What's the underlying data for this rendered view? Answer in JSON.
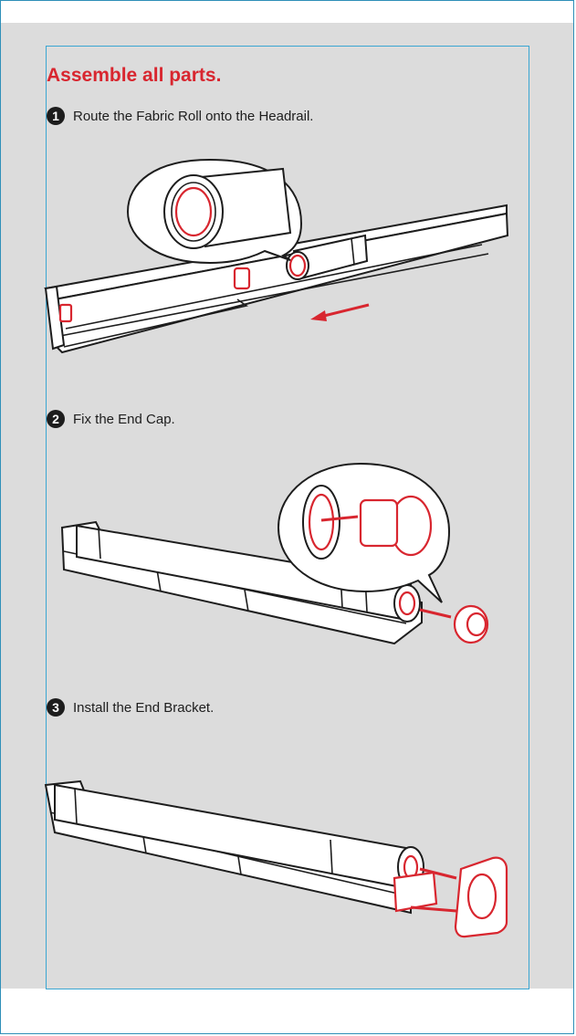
{
  "heading": "Assemble all parts.",
  "steps": [
    {
      "number": "1",
      "text": "Route the Fabric Roll onto the Headrail."
    },
    {
      "number": "2",
      "text": "Fix the End Cap."
    },
    {
      "number": "3",
      "text": "Install the End Bracket."
    }
  ],
  "colors": {
    "accent": "#d8262f",
    "page_background": "#dcdcdc",
    "frame": "#3aa6d2"
  }
}
